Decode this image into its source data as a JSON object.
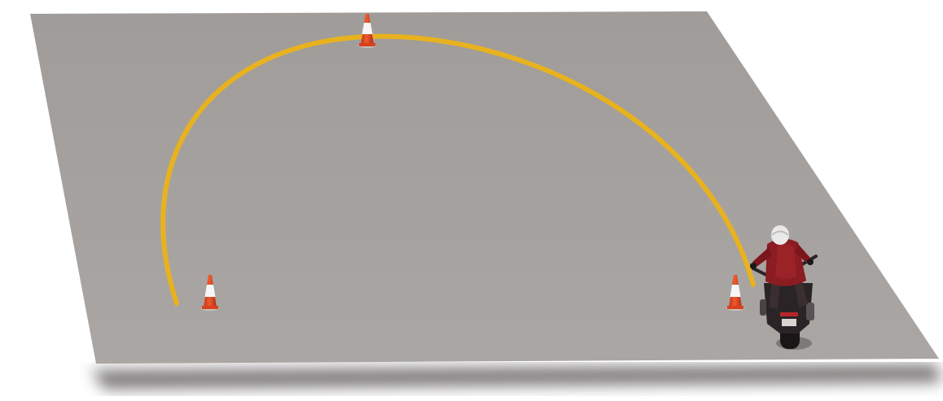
{
  "colors": {
    "background": "#ffffff",
    "ground": "#a7a3a1",
    "ground_shadow": "#5a5656",
    "path_line": "#e8b21f",
    "cone_orange": "#e4431f",
    "cone_white": "#f6f6f6",
    "rider_jacket": "#8a1c22",
    "motorcycle_body": "#2a2426"
  },
  "scene": {
    "ground": {
      "icon": "asphalt-practice-area"
    },
    "path": {
      "icon": "yellow-curved-path-line"
    },
    "cones": [
      {
        "id": "cone-left",
        "icon": "traffic-cone"
      },
      {
        "id": "cone-top",
        "icon": "traffic-cone"
      },
      {
        "id": "cone-right",
        "icon": "traffic-cone"
      }
    ],
    "rider": {
      "icon": "motorcyclist"
    }
  }
}
